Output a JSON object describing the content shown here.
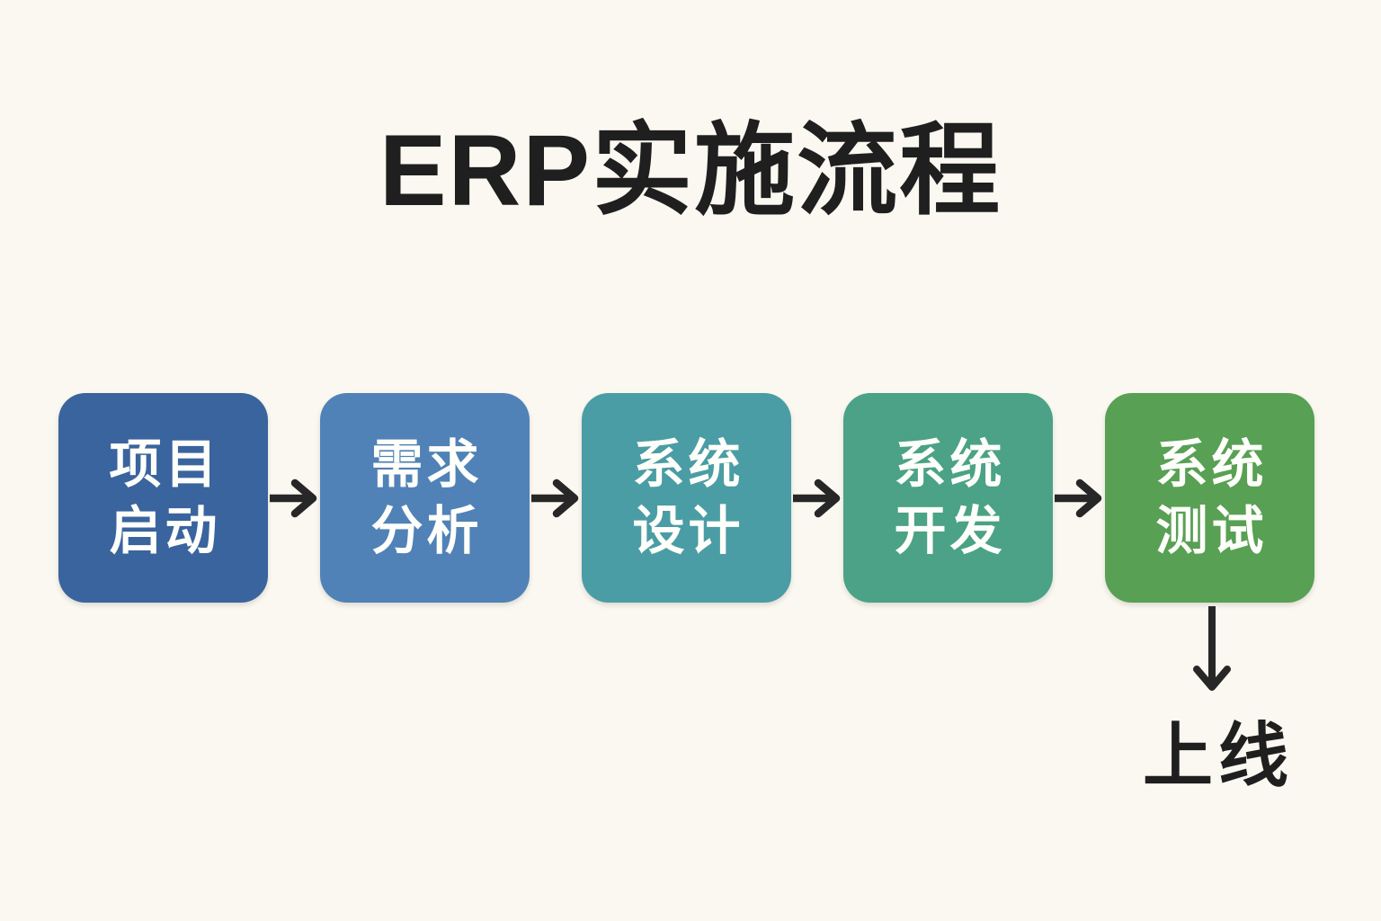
{
  "title": "ERP实施流程",
  "final_label": "上线",
  "colors": {
    "background": "#FAF8F0",
    "title_text": "#1F1F1F",
    "arrow": "#272727",
    "box_text": "#FEFEFA"
  },
  "steps": [
    {
      "name": "project-start",
      "lines": [
        "项目",
        "启动"
      ],
      "color": "#3A649E"
    },
    {
      "name": "requirements-analysis",
      "lines": [
        "需求",
        "分析"
      ],
      "color": "#5082B7"
    },
    {
      "name": "system-design",
      "lines": [
        "系统",
        "设计"
      ],
      "color": "#4A9DA4"
    },
    {
      "name": "system-development",
      "lines": [
        "系统",
        "开发"
      ],
      "color": "#4BA286"
    },
    {
      "name": "system-testing",
      "lines": [
        "系统",
        "测试"
      ],
      "color": "#58A054"
    }
  ],
  "chart_data": {
    "type": "flowchart",
    "title": "ERP实施流程",
    "nodes": [
      "项目启动",
      "需求分析",
      "系统设计",
      "系统开发",
      "系统测试",
      "上线"
    ],
    "edges": [
      [
        "项目启动",
        "需求分析"
      ],
      [
        "需求分析",
        "系统设计"
      ],
      [
        "系统设计",
        "系统开发"
      ],
      [
        "系统开发",
        "系统测试"
      ],
      [
        "系统测试",
        "上线"
      ]
    ],
    "layout_hint": "five colored rounded squares left-to-right with right arrows; final down arrow from last box to plain text label"
  }
}
